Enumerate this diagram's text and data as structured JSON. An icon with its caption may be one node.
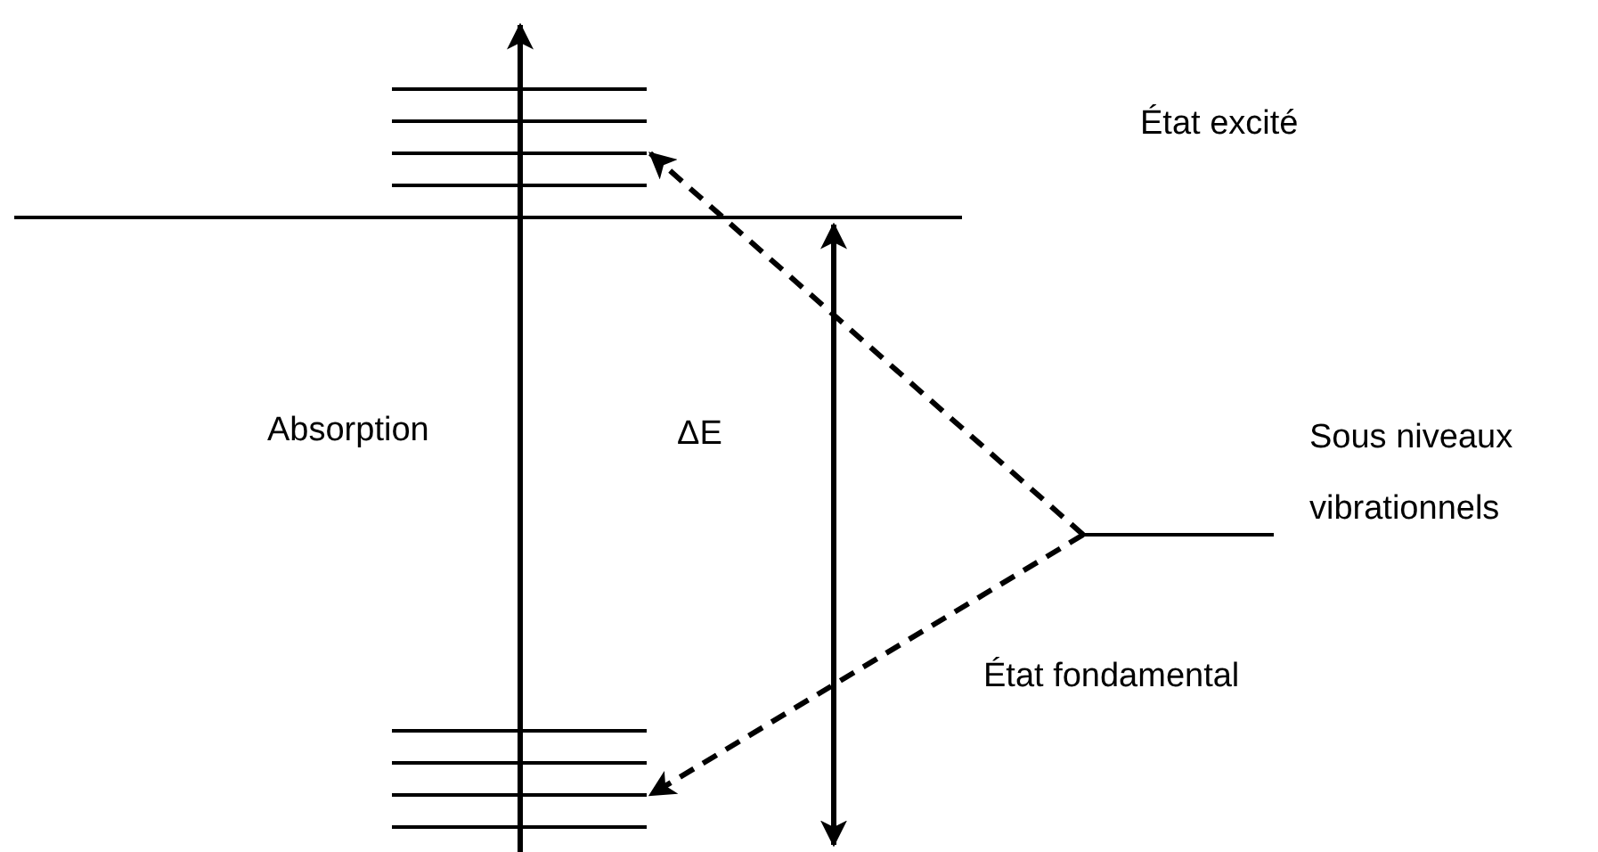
{
  "diagram": {
    "nodes": [
      {
        "text": [
          "Sous niveaux vibrationnels"
        ]
      },
      {
        "text": [],
        "shape": "bar"
      },
      {
        "text": [],
        "shape": "bar"
      }
    ],
    "edges": [
      {
        "from": 0,
        "to": 1,
        "arrow": "to",
        "style": "dashed"
      },
      {
        "from": 0,
        "to": 2,
        "arrow": "to",
        "style": "dashed"
      }
    ],
    "labels": [
      "État excité",
      "Absorption",
      "ΔE",
      "État fondamental"
    ]
  }
}
